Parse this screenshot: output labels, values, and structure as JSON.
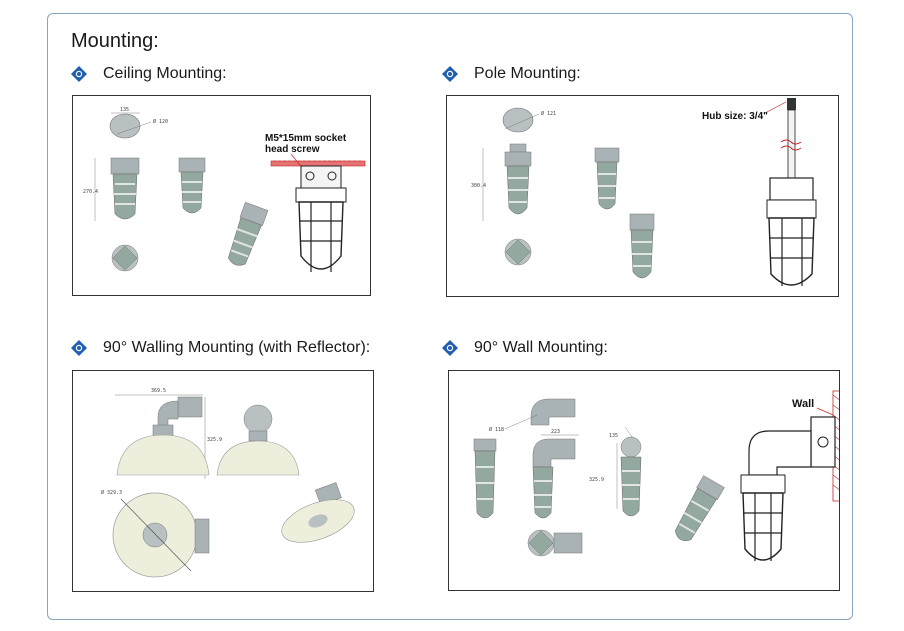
{
  "heading": "Mounting:",
  "sections": [
    {
      "label": "Ceiling Mounting:",
      "callout": "M5*15mm socket\nhead screw",
      "dims": {
        "d1": "135",
        "d2": "Ø 120",
        "d3": "270.4"
      }
    },
    {
      "label": "Pole Mounting:",
      "callout": "Hub size: 3/4\"",
      "dims": {
        "d1": "Ø 121",
        "d2": "300.4"
      }
    },
    {
      "label": "90° Walling Mounting (with Reflector):",
      "dims": {
        "d1": "369.5",
        "d2": "325.9",
        "d3": "Ø 329.3"
      }
    },
    {
      "label": "90° Wall Mounting:",
      "callout": "Wall",
      "dims": {
        "d1": "Ø 118",
        "d2": "223",
        "d3": "135",
        "d4": "325.9"
      }
    }
  ],
  "colors": {
    "bullet": "#1f5fb0",
    "frame": "#8aa3bf",
    "fixture": "#a9b2b4",
    "glass": "#93a89f",
    "red": "#c62828",
    "reflector": "#eeeedc"
  }
}
